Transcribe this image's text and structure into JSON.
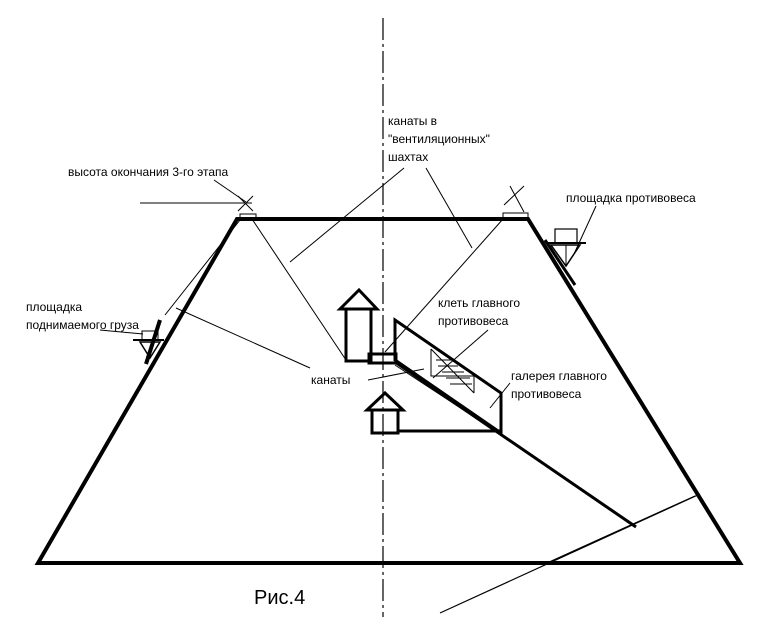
{
  "labels": {
    "height_stage3": "высота окончания 3-го этапа",
    "ropes_vent_1": "канаты в",
    "ropes_vent_2": "\"вентиляционных\"",
    "ropes_vent_3": "шахтах",
    "counterweight_platform": "площадка противовеса",
    "cage_main_1": "клеть главного",
    "cage_main_2": "противовеса",
    "platform_load_1": "площадка",
    "platform_load_2": "поднимаемого груза",
    "ropes": "канаты",
    "gallery_main_1": "галерея главного",
    "gallery_main_2": "противовеса"
  },
  "caption": "Рис.4",
  "colors": {
    "line": "#000000",
    "background": "#ffffff"
  }
}
